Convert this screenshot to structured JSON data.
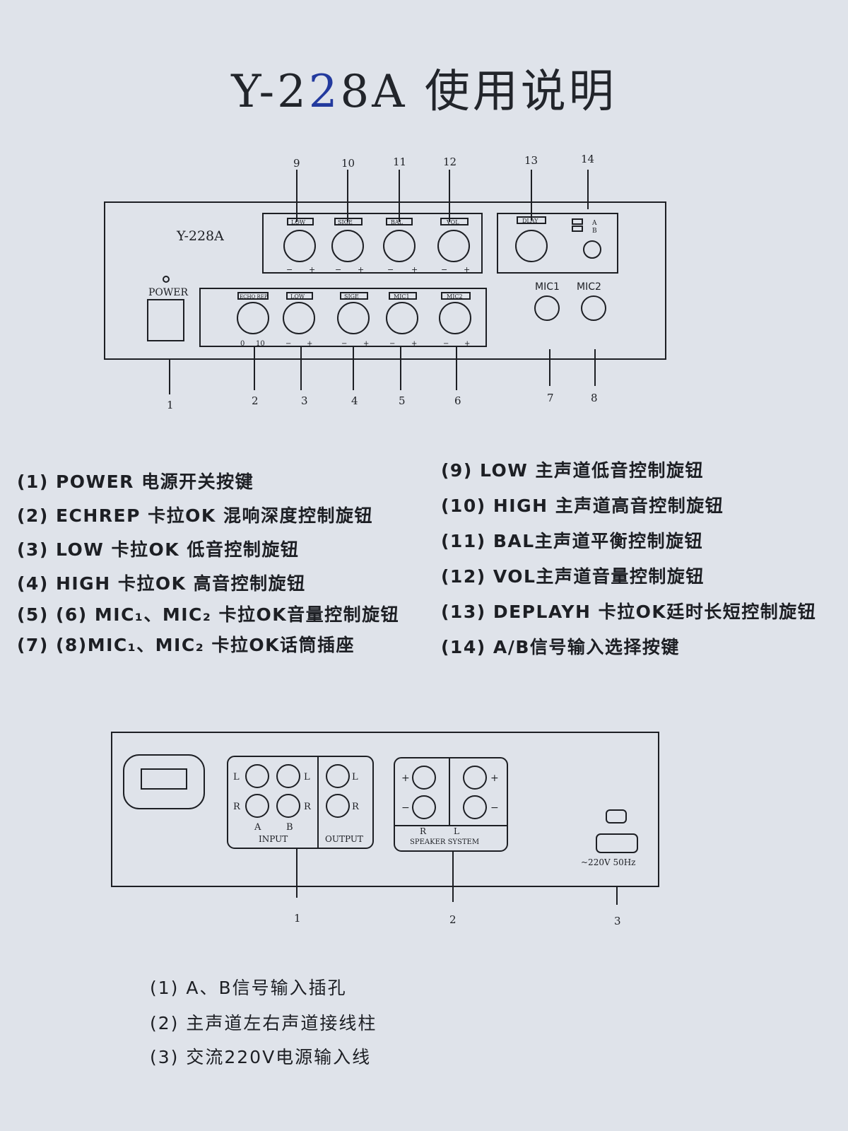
{
  "title": {
    "prefix": "Y-2",
    "ink": "2",
    "suffix": "8A 使用说明"
  },
  "front_panel": {
    "model": "Y-228A",
    "power_label": "POWER",
    "knobs_top": [
      "LOW",
      "SIGE",
      "BAL",
      "VOL"
    ],
    "knob_top_right": "DLAY",
    "ab_a": "A",
    "ab_b": "B",
    "knobs_bottom": [
      "ECHO REP",
      "LOW",
      "SIGE",
      "MIC1",
      "MIC2"
    ],
    "echo_scale_min": "0",
    "echo_scale_max": "10",
    "minus": "−",
    "plus": "+",
    "mic_labels": [
      "MIC1",
      "MIC2"
    ],
    "callouts_top": [
      "9",
      "10",
      "11",
      "12",
      "13",
      "14"
    ],
    "callouts_bottom": [
      "1",
      "2",
      "3",
      "4",
      "5",
      "6",
      "7",
      "8"
    ]
  },
  "legend_left": [
    "(1) POWER  电源开关按键",
    "(2) ECHREP  卡拉OK 混响深度控制旋钮",
    "(3) LOW 卡拉OK  低音控制旋钮",
    "(4) HIGH 卡拉OK 高音控制旋钮",
    "(5) (6) MIC₁、MIC₂  卡拉OK音量控制旋钮",
    "(7) (8)MIC₁、MIC₂  卡拉OK话筒插座"
  ],
  "legend_right": [
    "(9)  LOW  主声道低音控制旋钮",
    "(10) HIGH 主声道高音控制旋钮",
    "(11) BAL主声道平衡控制旋钮",
    "(12) VOL主声道音量控制旋钮",
    "(13) DEPLAYH 卡拉OK廷时长短控制旋钮",
    "(14) A/B信号输入选择按键"
  ],
  "rear_panel": {
    "input_l": "L",
    "input_r": "R",
    "input_a": "A",
    "input_b": "B",
    "input_label": "INPUT",
    "output_label": "OUTPUT",
    "sp_plus": "+",
    "sp_minus": "−",
    "sp_r": "R",
    "sp_l": "L",
    "speaker_label": "SPEAKER SYSTEM",
    "power_spec": "~220V 50Hz",
    "callouts": [
      "1",
      "2",
      "3"
    ]
  },
  "legend_rear": [
    "(1)  A、B信号输入插孔",
    "(2)  主声道左右声道接线柱",
    "(3)  交流220V电源输入线"
  ]
}
